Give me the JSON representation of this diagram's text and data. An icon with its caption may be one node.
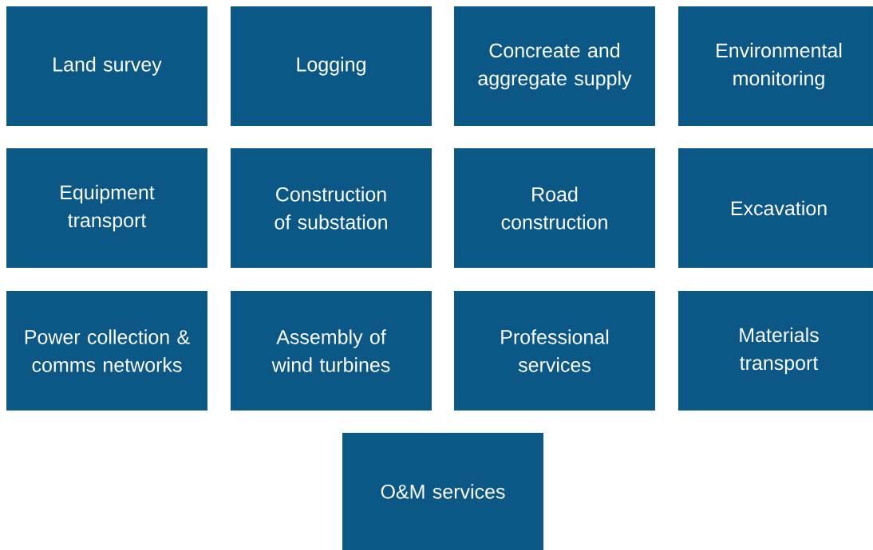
{
  "diagram": {
    "nodes": [
      {
        "text": [
          "Land survey"
        ]
      },
      {
        "text": [
          "Logging"
        ]
      },
      {
        "text": [
          "Concreate and aggregate supply"
        ]
      },
      {
        "text": [
          "Environmental monitoring"
        ]
      },
      {
        "text": [
          "Equipment transport"
        ]
      },
      {
        "text": [
          "Construction of substation"
        ]
      },
      {
        "text": [
          "Road construction"
        ]
      },
      {
        "text": [
          "Excavation"
        ]
      },
      {
        "text": [
          "Power collection & comms networks"
        ]
      },
      {
        "text": [
          "Assembly of wind turbines"
        ]
      },
      {
        "text": [
          "Professional services"
        ]
      },
      {
        "text": [
          "Materials transport"
        ]
      },
      {
        "text": [
          "O&M services"
        ]
      }
    ]
  }
}
